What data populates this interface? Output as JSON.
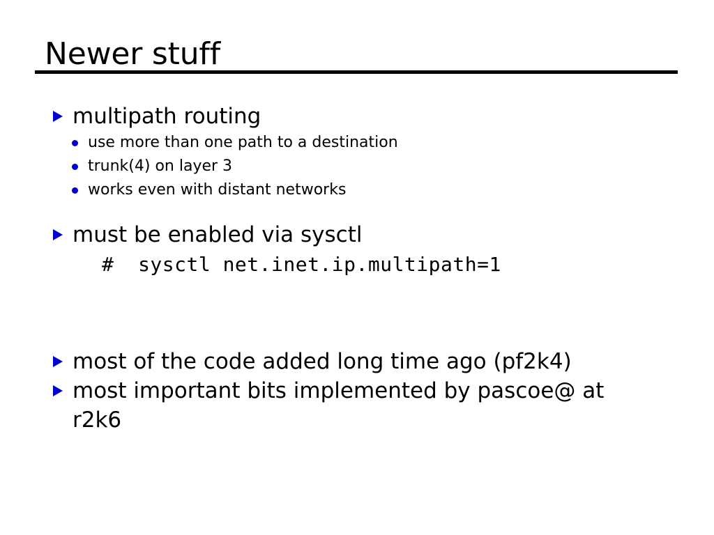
{
  "slide": {
    "title": "Newer stuff",
    "accent_color": "#0000cc",
    "text_color": "#000000",
    "background_color": "#ffffff",
    "rule_color": "#000000",
    "blocks": [
      {
        "bullet": "multipath routing",
        "sub_bullets": [
          "use more than one path to a destination",
          "trunk(4) on layer 3",
          "works even with distant networks"
        ]
      },
      {
        "bullet": "must be enabled via sysctl",
        "code": "#  sysctl net.inet.ip.multipath=1"
      },
      {
        "bullet": "most of the code added long time ago (pf2k4)"
      },
      {
        "bullet": "most important bits implemented by pascoe@ at r2k6"
      }
    ]
  }
}
